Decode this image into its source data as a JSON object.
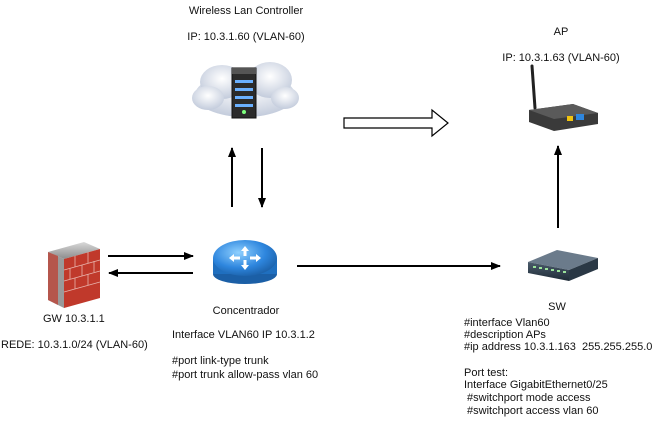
{
  "wlc": {
    "title": "Wireless Lan Controller",
    "ip": "IP: 10.3.1.60 (VLAN-60)",
    "icon": "server-cloud-icon"
  },
  "ap": {
    "title": "AP",
    "ip": "IP: 10.3.1.63 (VLAN-60)",
    "icon": "access-point-icon"
  },
  "gw": {
    "title": "GW 10.3.1.1",
    "network": "REDE: 10.3.1.0/24 (VLAN-60)",
    "icon": "firewall-icon"
  },
  "concentrador": {
    "title": "Concentrador",
    "interface": "Interface VLAN60 IP 10.3.1.2",
    "cmd1": "#port link-type trunk",
    "cmd2": "#port trunk allow-pass vlan 60",
    "icon": "router-icon"
  },
  "sw": {
    "title": "SW",
    "cmd1": "#interface Vlan60",
    "cmd2": "#description APs",
    "cmd3": "#ip address 10.3.1.163  255.255.255.0",
    "port_test": "Port test:",
    "port_iface": "Interface GigabitEthernet0/25",
    "port_mode": " #switchport mode access",
    "port_vlan": " #switchport access vlan 60",
    "icon": "switch-icon"
  },
  "colors": {
    "router": "#2e86de",
    "firewall": "#c0392b",
    "switch": "#2c3e50",
    "ap_body": "#3a3a3a"
  }
}
